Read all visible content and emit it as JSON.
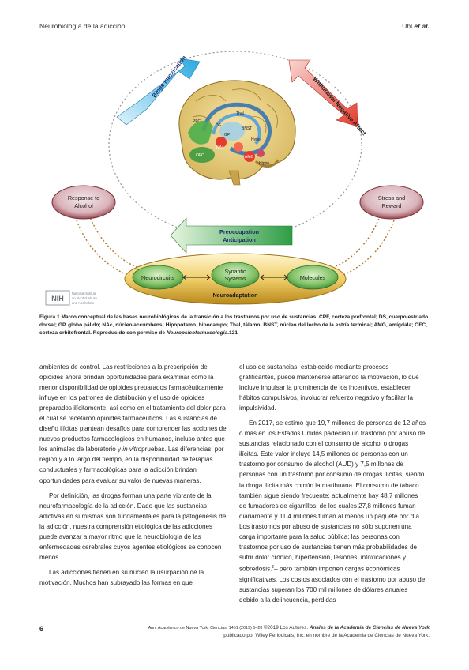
{
  "header": {
    "left": "Neurobiología de la adicción",
    "right_name": "Uhl ",
    "right_suffix": "et al."
  },
  "figure": {
    "binge": "Binge Intoxication",
    "withdrawal": "Withdrawal Negative Affect",
    "response": "Response to Alcohol",
    "stress": "Stress and Reward",
    "preoccupation_l1": "Preoccupation",
    "preoccupation_l2": "Anticipation",
    "neurocircuits": "Neurocircuits",
    "synaptic_l1": "Synaptic",
    "synaptic_l2": "Systems",
    "molecules": "Molecules",
    "neuroadaptation": "Neuroadaptation",
    "brain_labels": {
      "pfc": "PFC",
      "ds": "DS",
      "thal": "Thal",
      "bnst": "BNST",
      "gp": "GP",
      "nac": "NAc",
      "hypo": "Hypo",
      "ofc": "OFC",
      "amg": "AMG",
      "hippo": "Hippo"
    },
    "nih_logo": "NIH",
    "nih_text_1": "National Institute",
    "nih_text_2": "on Alcohol Abuse",
    "nih_text_3": "and Alcoholism",
    "colors": {
      "blue_arrow": "#29a9e1",
      "red_arrow": "#e53b2e",
      "green_arrow": "#2f9d46",
      "oval": "#9b4a54",
      "gold": "#c8a128",
      "green_node": "#3a9a3a"
    }
  },
  "caption": {
    "prefix": "Figura 1.",
    "text": "Marco conceptual de las bases neurobiológicas de la transición a los trastornos por uso de sustancias. CPF, corteza prefrontal; DS, cuerpo estriado dorsal; GP, globo pálido; NAc, núcleo accumbens; Hipopótamo, hipocampo; Thal, tálamo; BNST, núcleo del lecho de la estría terminal; AMG, amígdala; OFC, corteza orbitofrontal. Reproducido con permiso de ",
    "journal": "Neuropsicofarmacología",
    "ref": ".121"
  },
  "body": {
    "left_p1_a": "ambientes de control. Las restricciones a la prescripción de opioides ahora brindan oportunidades para examinar cómo la menor disponibilidad de opioides preparados farmacéuticamente influye en los patrones de distribución y el uso de opioides preparados ilícitamente, así como en el tratamiento del dolor para el cual se recetaron opioides farmacéuticos. Las sustancias de diseño ilícitas plantean desafíos para comprender las acciones de nuevos productos farmacológicos en humanos, incluso antes que los animales de laboratorio y ",
    "left_p1_italic": "in vitro",
    "left_p1_b": "pruebas. Las diferencias, por región y a lo largo del tiempo, en la disponibilidad de terapias conductuales y farmacológicas para la adicción brindan oportunidades para evaluar su valor de nuevas maneras.",
    "left_p2": "Por definición, las drogas forman una parte vibrante de la neurofarmacología de la adicción. Dado que las sustancias adictivas en sí mismas son fundamentales para la patogénesis de la adicción, nuestra comprensión etiológica de las adicciones puede avanzar a mayor ritmo que la neurobiología de las enfermedades cerebrales cuyos agentes etiológicos se conocen menos.",
    "left_p3": "Las adicciones tienen en su núcleo la usurpación de la motivación. Muchos han subrayado las formas en que",
    "right_p1": "el uso de sustancias, establecido mediante procesos gratificantes, puede mantenerse alterando la motivación, lo que incluye impulsar la prominencia de los incentivos, establecer hábitos compulsivos, involucrar refuerzo negativo y facilitar la impulsividad.",
    "right_p2_a": "En 2017, se estimó que 19,7 millones de personas de 12 años o más en los Estados Unidos padecían un trastorno por abuso de sustancias relacionado con el consumo de alcohol o drogas ilícitas. Este valor incluye 14,5 millones de personas con un trastorno por consumo de alcohol (AUD) y 7,5 millones de personas con un trastorno por consumo de drogas ilícitas, siendo la droga ilícita más común la marihuana. El consumo de tabaco también sigue siendo frecuente: actualmente hay 48,7 millones de fumadores de cigarrillos, de los cuales 27,8 millones fuman diariamente y 11,4 millones fuman al menos un paquete por día. Los trastornos por abuso de sustancias no sólo suponen una carga importante para la salud pública: las personas con trastornos por uso de sustancias tienen más probabilidades de sufrir dolor crónico, hipertensión, lesiones, intoxicaciones y sobredosis.",
    "right_p2_sup": "2",
    "right_p2_b": "– pero también imponen cargas económicas significativas. Los costos asociados con el trastorno por abuso de sustancias superan los 700 mil millones de dólares anuales debido a la delincuencia, pérdidas"
  },
  "footer": {
    "page": "6",
    "line1_small": "Ann. Académico de Nueva York. Ciencias. 1451 (2019) 5–28 ",
    "line1_mid": "©2019 Los Autores. ",
    "line1_journal": "Anales de la Academia de Ciencias de Nueva York",
    "line2": "publicado por Wiley Periodicals, Inc. en nombre de la Academia de Ciencias de Nueva York."
  }
}
